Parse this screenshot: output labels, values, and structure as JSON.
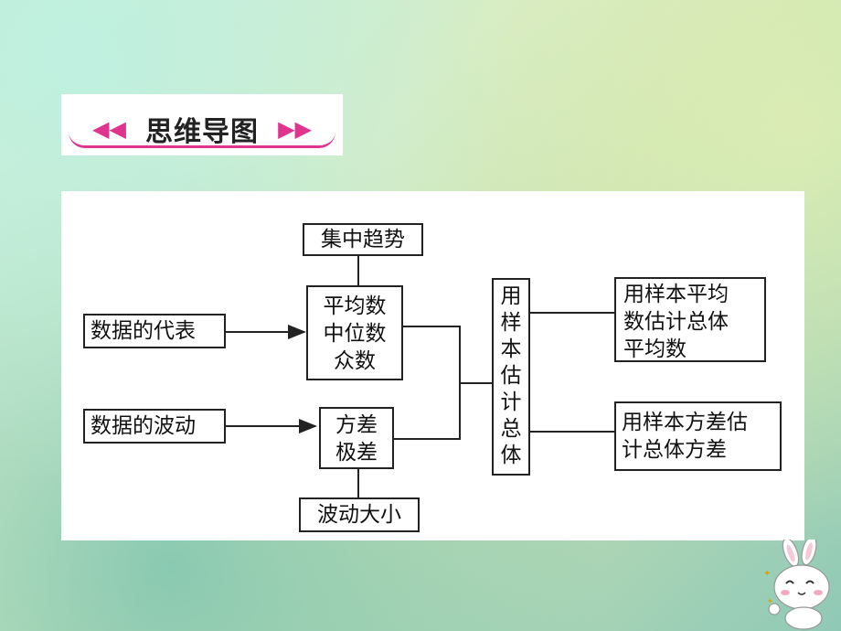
{
  "header": {
    "title": "思维导图"
  },
  "diagram": {
    "top_box": "集中趋势",
    "bottom_box": "波动大小",
    "source_rep": "数据的代表",
    "source_wave": "数据的波动",
    "center_group": [
      "平均数",
      "中位数",
      "众数"
    ],
    "spread_group": [
      "方差",
      "极差"
    ],
    "middle_vertical": [
      "用",
      "样",
      "本",
      "估",
      "计",
      "总",
      "体"
    ],
    "result_mean": [
      "用样本平均",
      "数估计总体",
      "平均数"
    ],
    "result_variance": [
      "用样本方差估",
      "计总体方差"
    ]
  },
  "colors": {
    "accent": "#e0358e",
    "line": "#222222"
  }
}
